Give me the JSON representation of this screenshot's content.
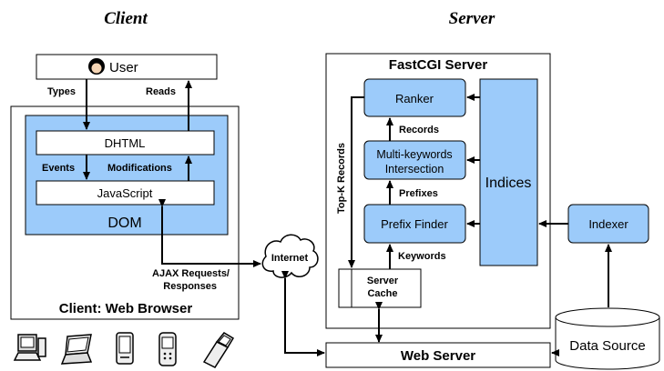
{
  "headers": {
    "client": "Client",
    "server": "Server"
  },
  "client": {
    "user": "User",
    "types": "Types",
    "reads": "Reads",
    "dhtml": "DHTML",
    "events": "Events",
    "modifications": "Modifications",
    "javascript": "JavaScript",
    "dom": "DOM",
    "browser_label": "Client: Web Browser",
    "devices": [
      "desktop-icon",
      "laptop-icon",
      "pda-icon",
      "phone-icon",
      "flip-phone-icon"
    ]
  },
  "network": {
    "internet": "Internet",
    "ajax_line1": "AJAX Requests/",
    "ajax_line2": "Responses"
  },
  "server": {
    "fastcgi": "FastCGI Server",
    "ranker": "Ranker",
    "records": "Records",
    "intersection_line1": "Multi-keywords",
    "intersection_line2": "Intersection",
    "prefixes": "Prefixes",
    "prefix_finder": "Prefix Finder",
    "keywords": "Keywords",
    "topk": "Top-K Records",
    "indices": "Indices",
    "cache_line1": "Server",
    "cache_line2": "Cache",
    "indexer": "Indexer",
    "web_server": "Web Server",
    "data_source": "Data Source"
  },
  "colors": {
    "box_fill": "#9ccbfa",
    "stroke": "#000000"
  }
}
